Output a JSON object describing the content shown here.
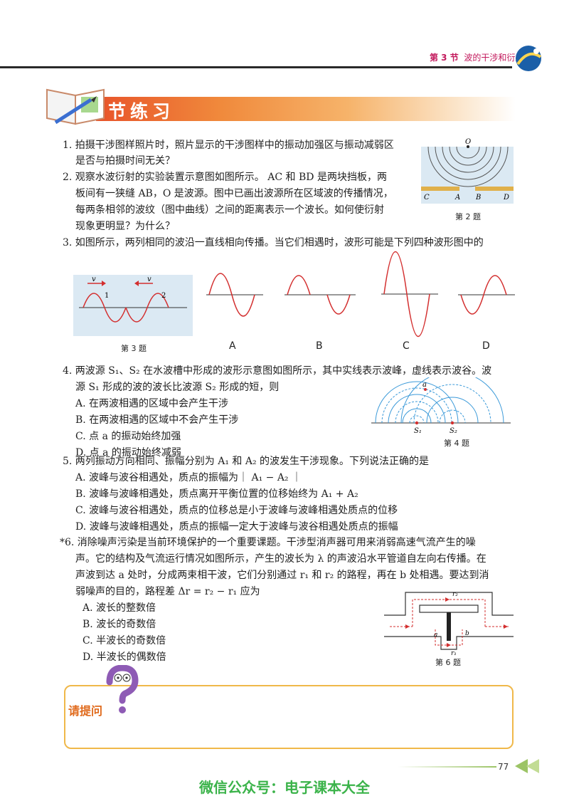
{
  "header": {
    "section": "第 3 节",
    "title": "波的干涉和衍射"
  },
  "banner": {
    "title": "节练习"
  },
  "q1": {
    "text": "1. 拍摄干涉图样照片时，照片显示的干涉图样中的振动加强区与振动减弱区",
    "text2": "是否与拍摄时间无关？"
  },
  "q2": {
    "l1": "2. 观察水波衍射的实验装置示意图如图所示。 AC 和 BD 是两块挡板，两",
    "l2": "板间有一狭缝 AB，O 是波源。图中已画出波源所在区域波的传播情况，",
    "l3": "每两条相邻的波纹（图中曲线）之间的距离表示一个波长。如何使衍射",
    "l4": "现象更明显？为什么？",
    "fig_labels": {
      "O": "O",
      "C": "C",
      "A": "A",
      "B": "B",
      "D": "D"
    },
    "caption": "第 2 题"
  },
  "q3": {
    "text": "3. 如图所示，两列相同的波沿一直线相向传播。当它们相遇时，波形可能是下列四种波形图中的",
    "fig_v1": "v",
    "fig_v2": "v",
    "fig_n1": "1",
    "fig_n2": "2",
    "caption": "第 3 题",
    "choices": [
      "A",
      "B",
      "C",
      "D"
    ]
  },
  "q4": {
    "l1": "4. 两波源 S₁、S₂ 在水波槽中形成的波形示意图如图所示，其中实线表示波峰，虚线表示波谷。波",
    "l2": "源 S₁ 形成的波的波长比波源 S₂ 形成的短，则",
    "options": [
      "A. 在两波相遇的区域中会产生干涉",
      "B. 在两波相遇的区域中不会产生干涉",
      "C. 点 a 的振动始终加强",
      "D. 点 a 的振动始终减弱"
    ],
    "fig_a": "a",
    "fig_s1": "S₁",
    "fig_s2": "S₂",
    "caption": "第 4 题"
  },
  "q5": {
    "l1": "5. 两列振动方向相同、振幅分别为 A₁ 和 A₂ 的波发生干涉现象。下列说法正确的是",
    "options": [
      "A. 波峰与波谷相遇处，质点的振幅为｜ A₁ − A₂ ｜",
      "B. 波峰与波峰相遇处，质点离开平衡位置的位移始终为 A₁ + A₂",
      "C. 波峰与波谷相遇处，质点的位移总是小于波峰与波峰相遇处质点的位移",
      "D. 波峰与波峰相遇处，质点的振幅一定大于波峰与波谷相遇处质点的振幅"
    ]
  },
  "q6": {
    "l1": "*6. 消除噪声污染是当前环境保护的一个重要课题。干涉型消声器可用来消弱高速气流产生的噪",
    "l2": "声。它的结构及气流运行情况如图所示，产生的波长为 λ 的声波沿水平管道自左向右传播。在",
    "l3": "声波到达 a 处时，分成两束相干波，它们分别通过 r₁ 和 r₂ 的路程，再在 b 处相遇。要达到消",
    "l4": "弱噪声的目的，路程差 Δr = r₂ − r₁ 应为",
    "options": [
      "A. 波长的整数倍",
      "B. 波长的奇数倍",
      "C. 半波长的奇数倍",
      "D. 半波长的偶数倍"
    ],
    "fig_r1": "r₁",
    "fig_r2": "r₂",
    "fig_a": "a",
    "fig_b": "b",
    "caption": "第 6 题"
  },
  "ask": {
    "title": "请提问"
  },
  "page_number": "77",
  "footer": "微信公众号：电子课本大全",
  "colors": {
    "accent": "#e8542a",
    "wave": "#d32f2f",
    "water": "#3b9ad9",
    "footer": "#3bb34a",
    "header": "#c2185b"
  }
}
